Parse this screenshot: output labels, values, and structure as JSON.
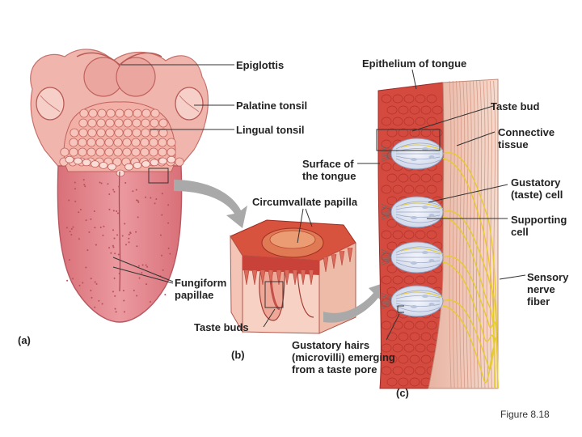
{
  "labels": {
    "epiglottis": "Epiglottis",
    "palatine_tonsil": "Palatine tonsil",
    "lingual_tonsil": "Lingual tonsil",
    "fungiform_papillae": "Fungiform\npapillae",
    "surface_of_tongue": "Surface of\nthe tongue",
    "circumvallate_papilla": "Circumvallate papilla",
    "taste_buds": "Taste buds",
    "gustatory_hairs": "Gustatory hairs\n(microvilli) emerging\nfrom a taste pore",
    "epithelium_of_tongue": "Epithelium of tongue",
    "taste_bud": "Taste bud",
    "connective_tissue": "Connective\ntissue",
    "gustatory_cell": "Gustatory\n(taste) cell",
    "supporting_cell": "Supporting\ncell",
    "sensory_nerve_fiber": "Sensory\nnerve\nfiber"
  },
  "panels": {
    "a": "(a)",
    "b": "(b)",
    "c": "(c)"
  },
  "figure_caption": "Figure 8.18",
  "colors": {
    "tongue": "#e58a8f",
    "tongue_dark": "#c9616b",
    "throat": "#f1b3ac",
    "tissue": "#d3493d",
    "tissue_dark": "#b02f28",
    "connective": "#efc6b4",
    "nerve": "#e9d13a",
    "bud": "#dde3f1",
    "arrow": "#a8a8a8"
  }
}
